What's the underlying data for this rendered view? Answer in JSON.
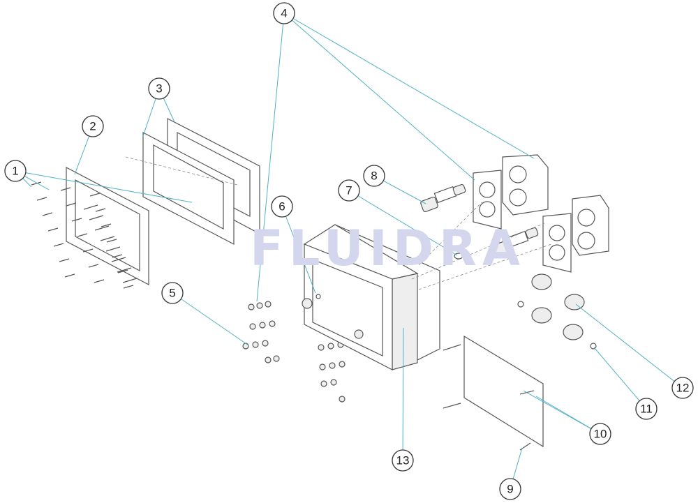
{
  "watermark": "FLUIDRA",
  "callouts": [
    {
      "number": "1"
    },
    {
      "number": "2"
    },
    {
      "number": "3"
    },
    {
      "number": "4"
    },
    {
      "number": "5"
    },
    {
      "number": "6"
    },
    {
      "number": "7"
    },
    {
      "number": "8"
    },
    {
      "number": "9"
    },
    {
      "number": "10"
    },
    {
      "number": "11"
    },
    {
      "number": "12"
    },
    {
      "number": "13"
    }
  ],
  "colors": {
    "leader": "#4fb0c6",
    "watermark": "#c9cde6",
    "stroke": "#555555"
  }
}
